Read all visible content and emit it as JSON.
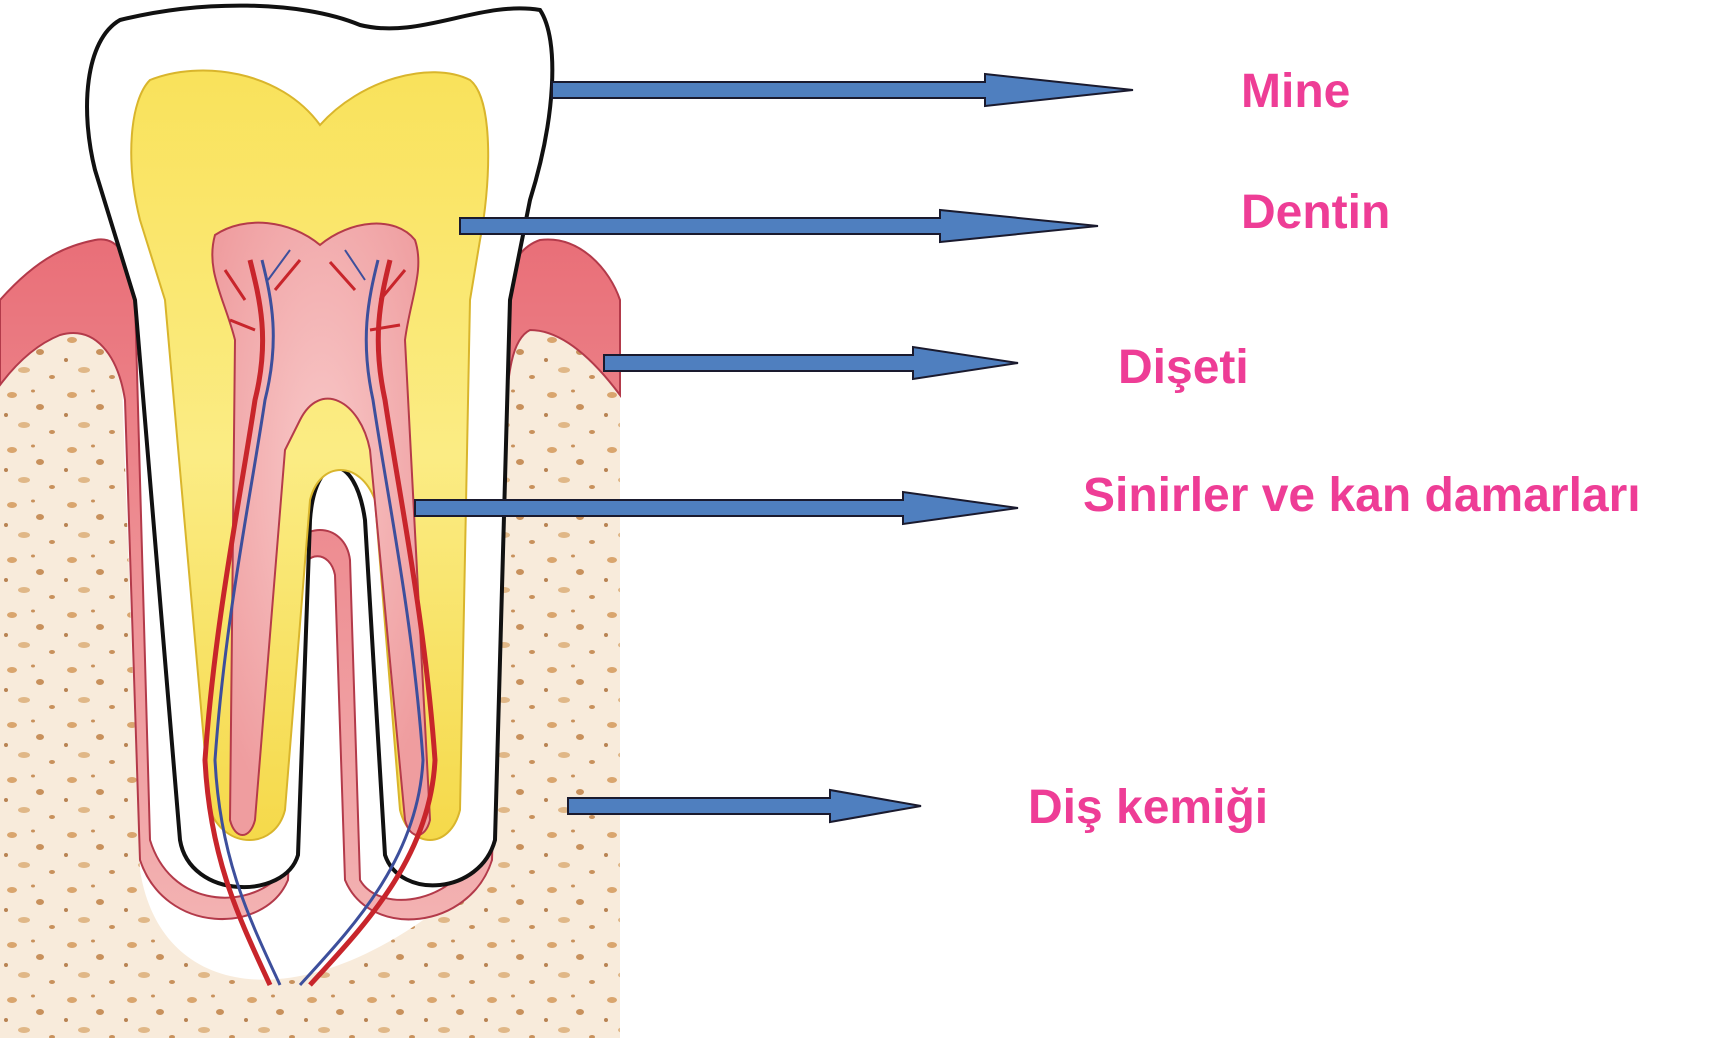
{
  "labels": {
    "enamel": "Mine",
    "dentin": "Dentin",
    "gum": "Dişeti",
    "nerves": "Sinirler ve kan damarları",
    "bone": "Diş kemiği"
  },
  "colors": {
    "label": "#ee3d96",
    "arrow_fill": "#4f7fbf",
    "arrow_stroke": "#1a1a2e",
    "enamel": "#ffffff",
    "dentin": "#f7e05a",
    "pulp": "#f4a7a8",
    "gum": "#ec8b8f",
    "bone": "#f7e9d8",
    "vessel_red": "#c8252b",
    "vessel_blue": "#3d4f9c"
  },
  "icons": {
    "arrow": "right-arrow-icon"
  }
}
